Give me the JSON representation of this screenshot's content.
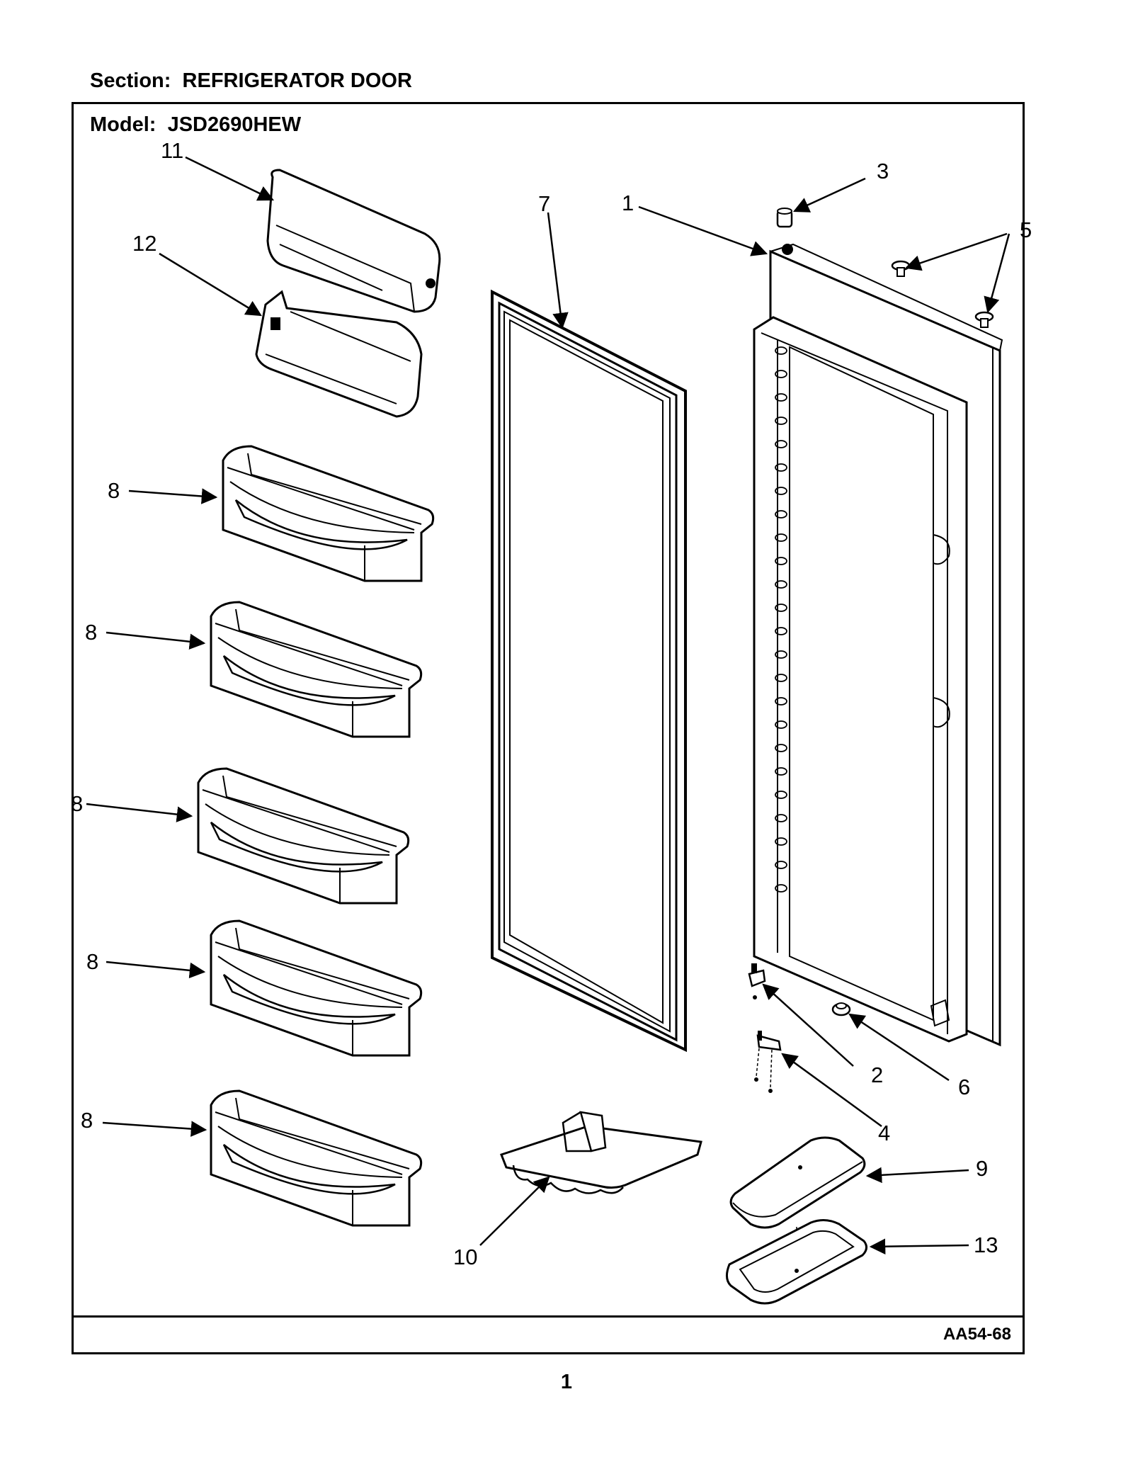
{
  "section": {
    "label": "Section:",
    "value": "REFRIGERATOR DOOR"
  },
  "model": {
    "label": "Model:",
    "value": "JSD2690HEW"
  },
  "diagram_code": "AA54-68",
  "page_number": "1",
  "callouts": [
    "11",
    "12",
    "7",
    "1",
    "3",
    "5",
    "8",
    "8",
    "8",
    "8",
    "8",
    "2",
    "6",
    "4",
    "9",
    "10",
    "13"
  ]
}
